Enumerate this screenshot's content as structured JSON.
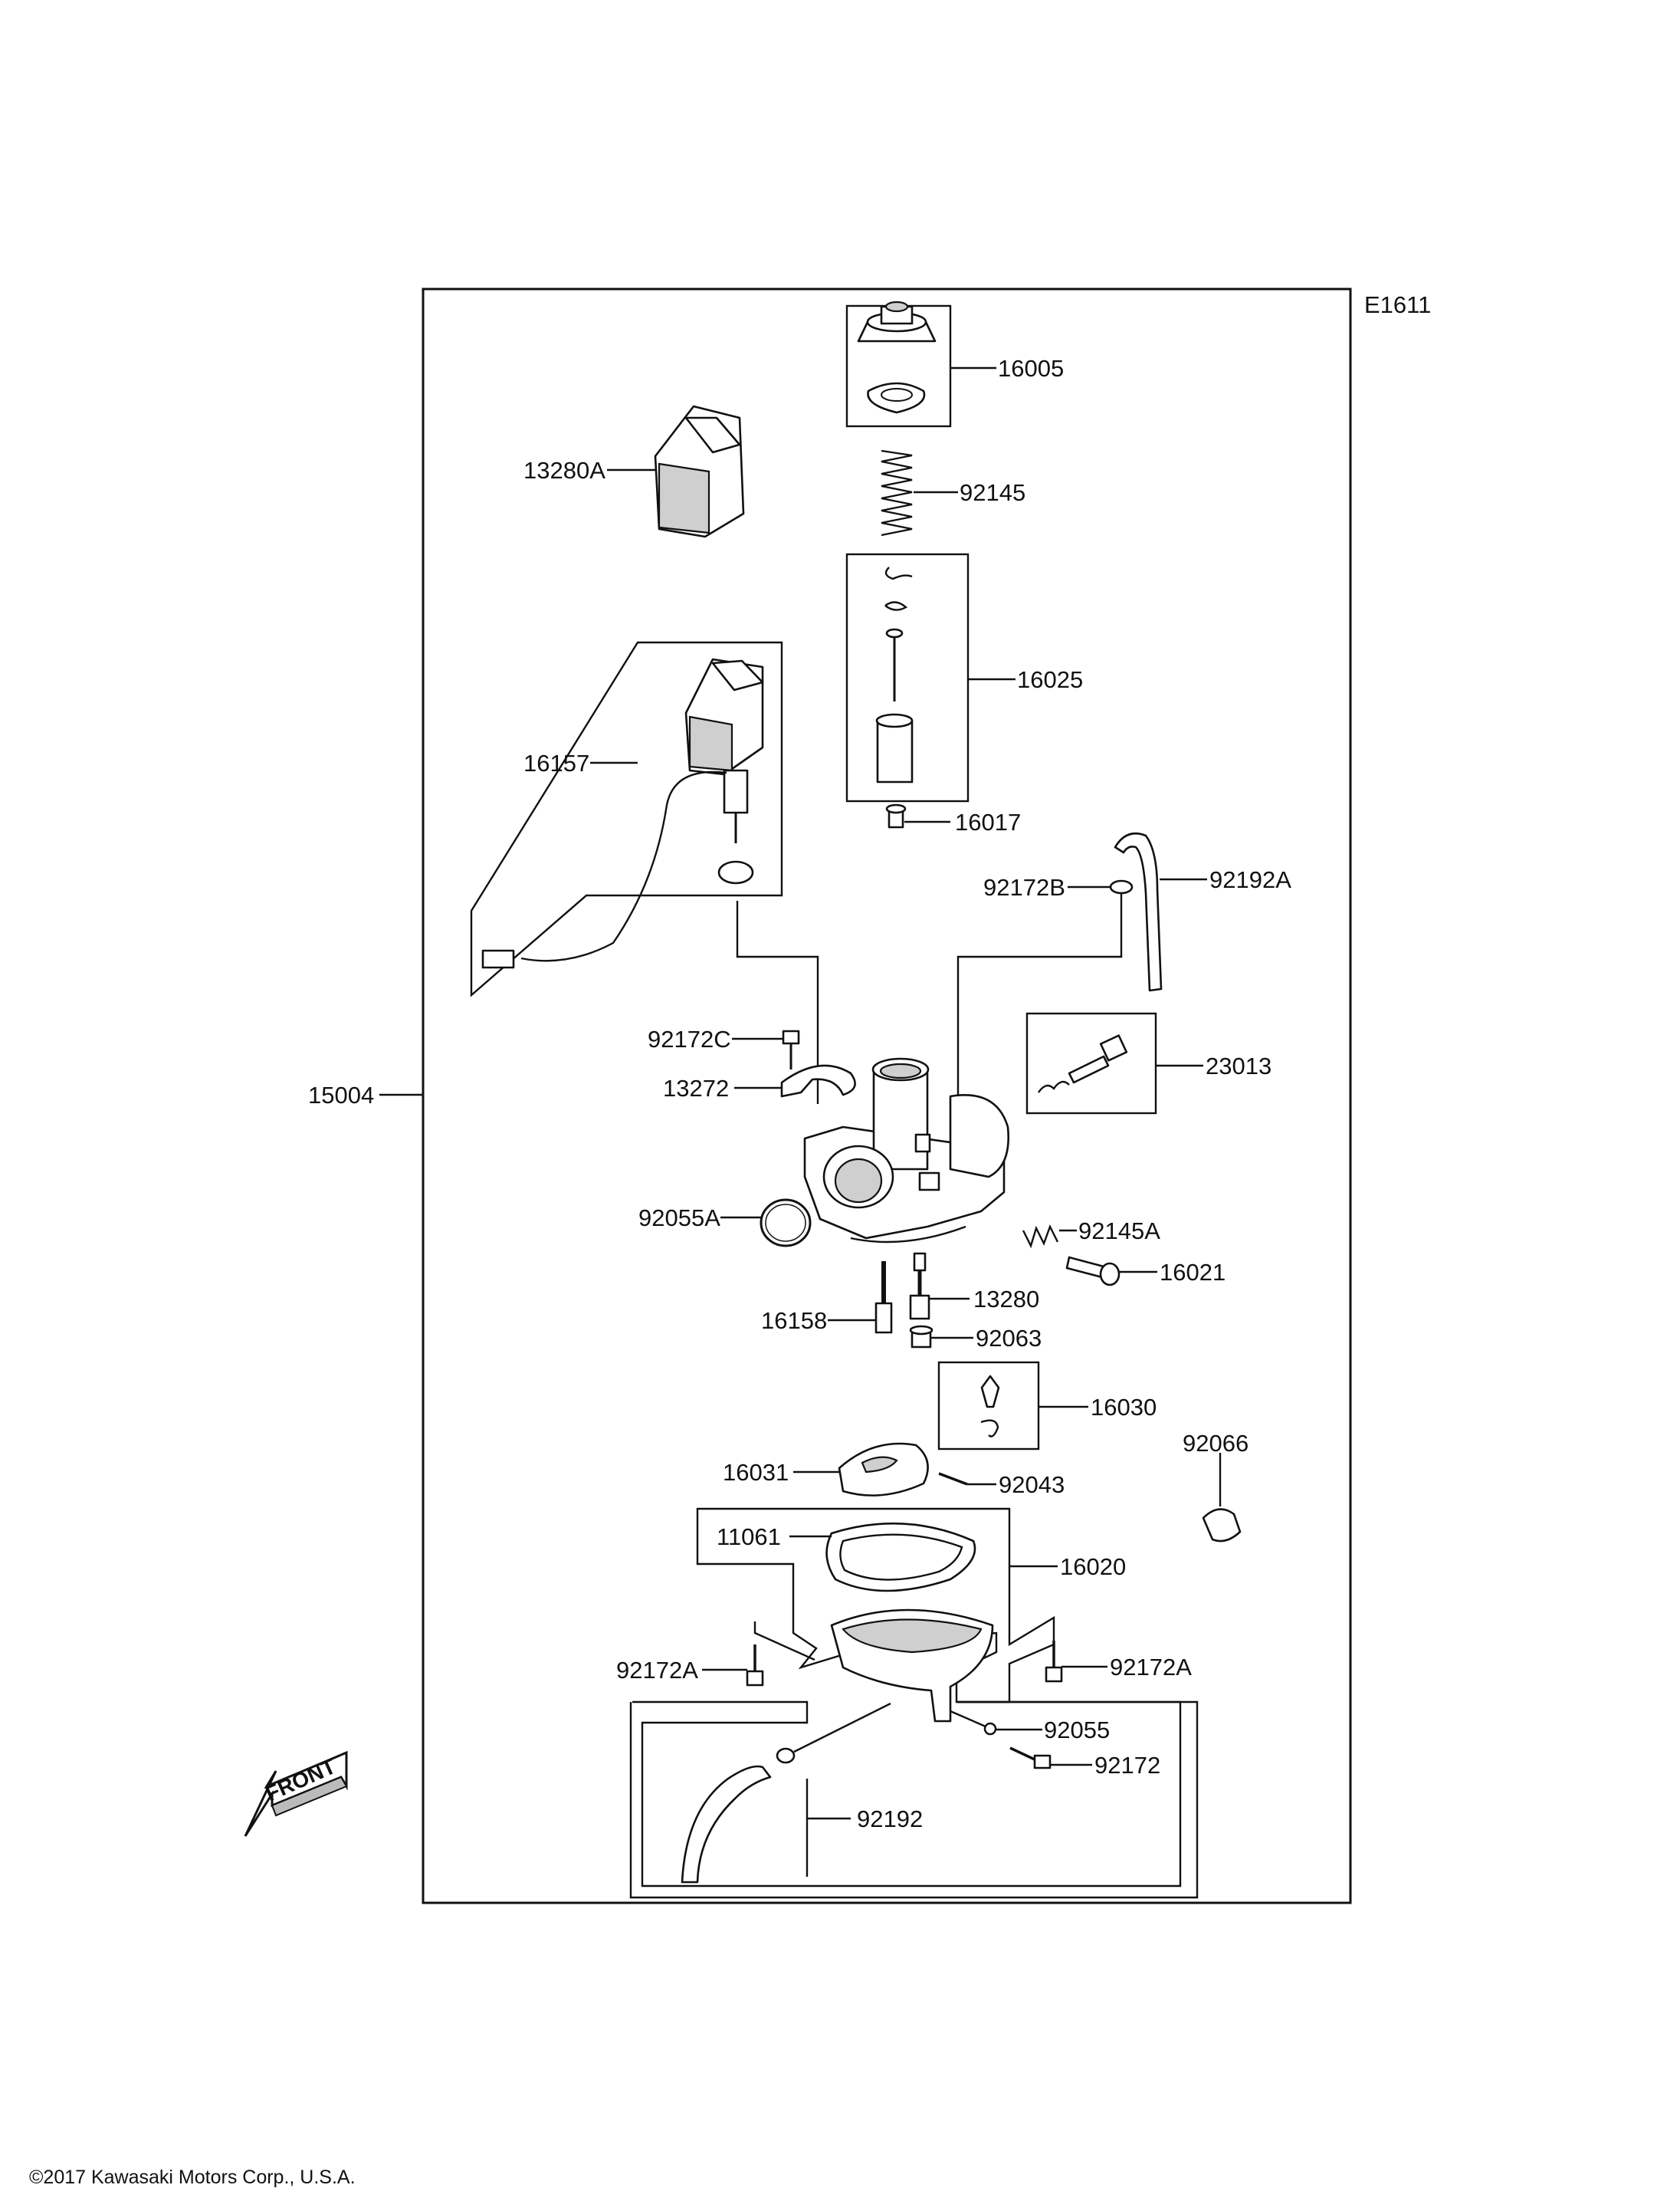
{
  "diagram_code": "E1611",
  "copyright": "©2017 Kawasaki Motors Corp., U.S.A.",
  "front_label": "FRONT",
  "parts": {
    "p16005": "16005",
    "p13280A": "13280A",
    "p92145": "92145",
    "p16025": "16025",
    "p16157": "16157",
    "p16017": "16017",
    "p92172B": "92172B",
    "p92192A": "92192A",
    "p92172C": "92172C",
    "p13272": "13272",
    "p15004": "15004",
    "p23013": "23013",
    "p92055A": "92055A",
    "p92145A": "92145A",
    "p16021": "16021",
    "p13280": "13280",
    "p16158": "16158",
    "p92063": "92063",
    "p16030": "16030",
    "p92066": "92066",
    "p16031": "16031",
    "p92043": "92043",
    "p11061": "11061",
    "p16020": "16020",
    "p92172A_left": "92172A",
    "p92172A_right": "92172A",
    "p92055": "92055",
    "p92172": "92172",
    "p92192": "92192"
  }
}
